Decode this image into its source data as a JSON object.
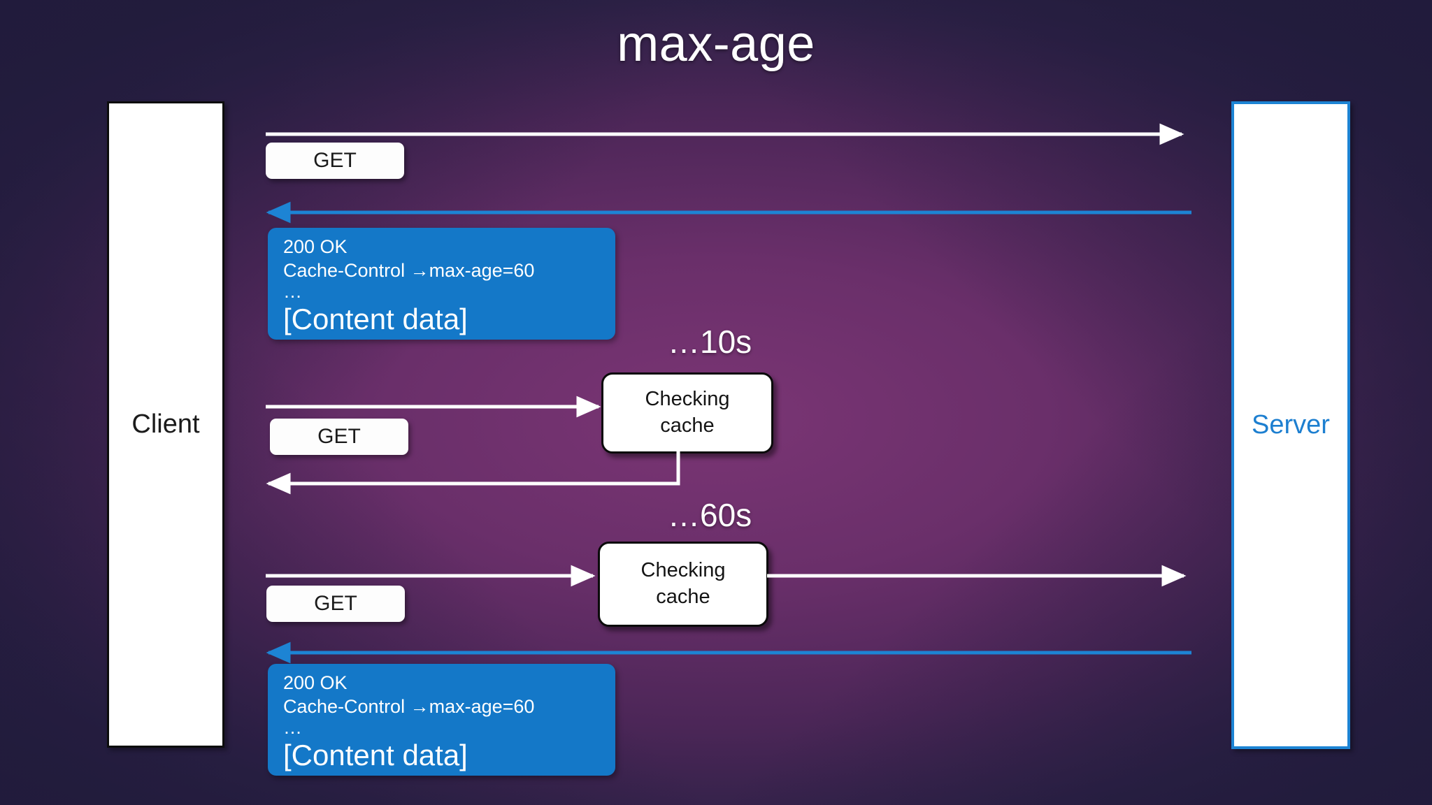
{
  "slide": {
    "title": "max-age",
    "background_dark": "#241d3c",
    "background_mid": "#6a2f6a",
    "accent_blue": "#1478c8",
    "arrow_white": "#ffffff",
    "arrow_blue": "#1d84d4"
  },
  "lifelines": {
    "client": {
      "label": "Client"
    },
    "server": {
      "label": "Server"
    }
  },
  "requests": [
    {
      "label": "GET"
    },
    {
      "label": "GET"
    },
    {
      "label": "GET"
    }
  ],
  "cache_checks": [
    {
      "line1": "Checking",
      "line2": "cache"
    },
    {
      "line1": "Checking",
      "line2": "cache"
    }
  ],
  "timers": [
    {
      "label": "…10s"
    },
    {
      "label": "…60s"
    }
  ],
  "responses": [
    {
      "status": "200 OK",
      "header": "Cache-Control →max-age=60",
      "ellipsis": "…",
      "content": "[Content data]"
    },
    {
      "status": "200 OK",
      "header": "Cache-Control →max-age=60",
      "ellipsis": "…",
      "content": "[Content data]"
    }
  ]
}
